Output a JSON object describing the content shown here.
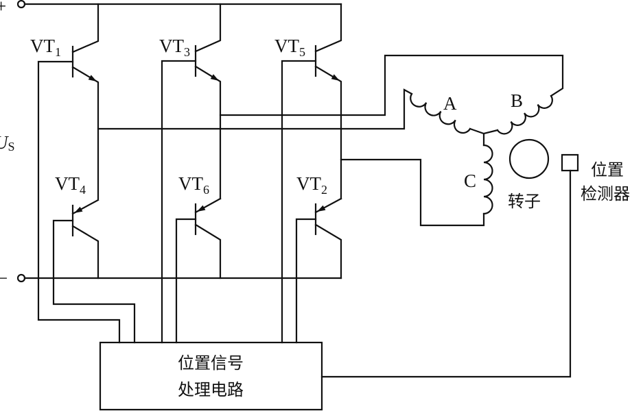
{
  "supply": {
    "plus": "+",
    "minus": "−",
    "voltage_main": "U",
    "voltage_sub": "S"
  },
  "transistors": [
    {
      "name": "VT",
      "index": "1"
    },
    {
      "name": "VT",
      "index": "3"
    },
    {
      "name": "VT",
      "index": "5"
    },
    {
      "name": "VT",
      "index": "4"
    },
    {
      "name": "VT",
      "index": "6"
    },
    {
      "name": "VT",
      "index": "2"
    }
  ],
  "windings": {
    "a": "A",
    "b": "B",
    "c": "C"
  },
  "rotor_label": "转子",
  "sensor_label": [
    "位置",
    "检测器"
  ],
  "processor_label": [
    "位置信号",
    "处理电路"
  ]
}
